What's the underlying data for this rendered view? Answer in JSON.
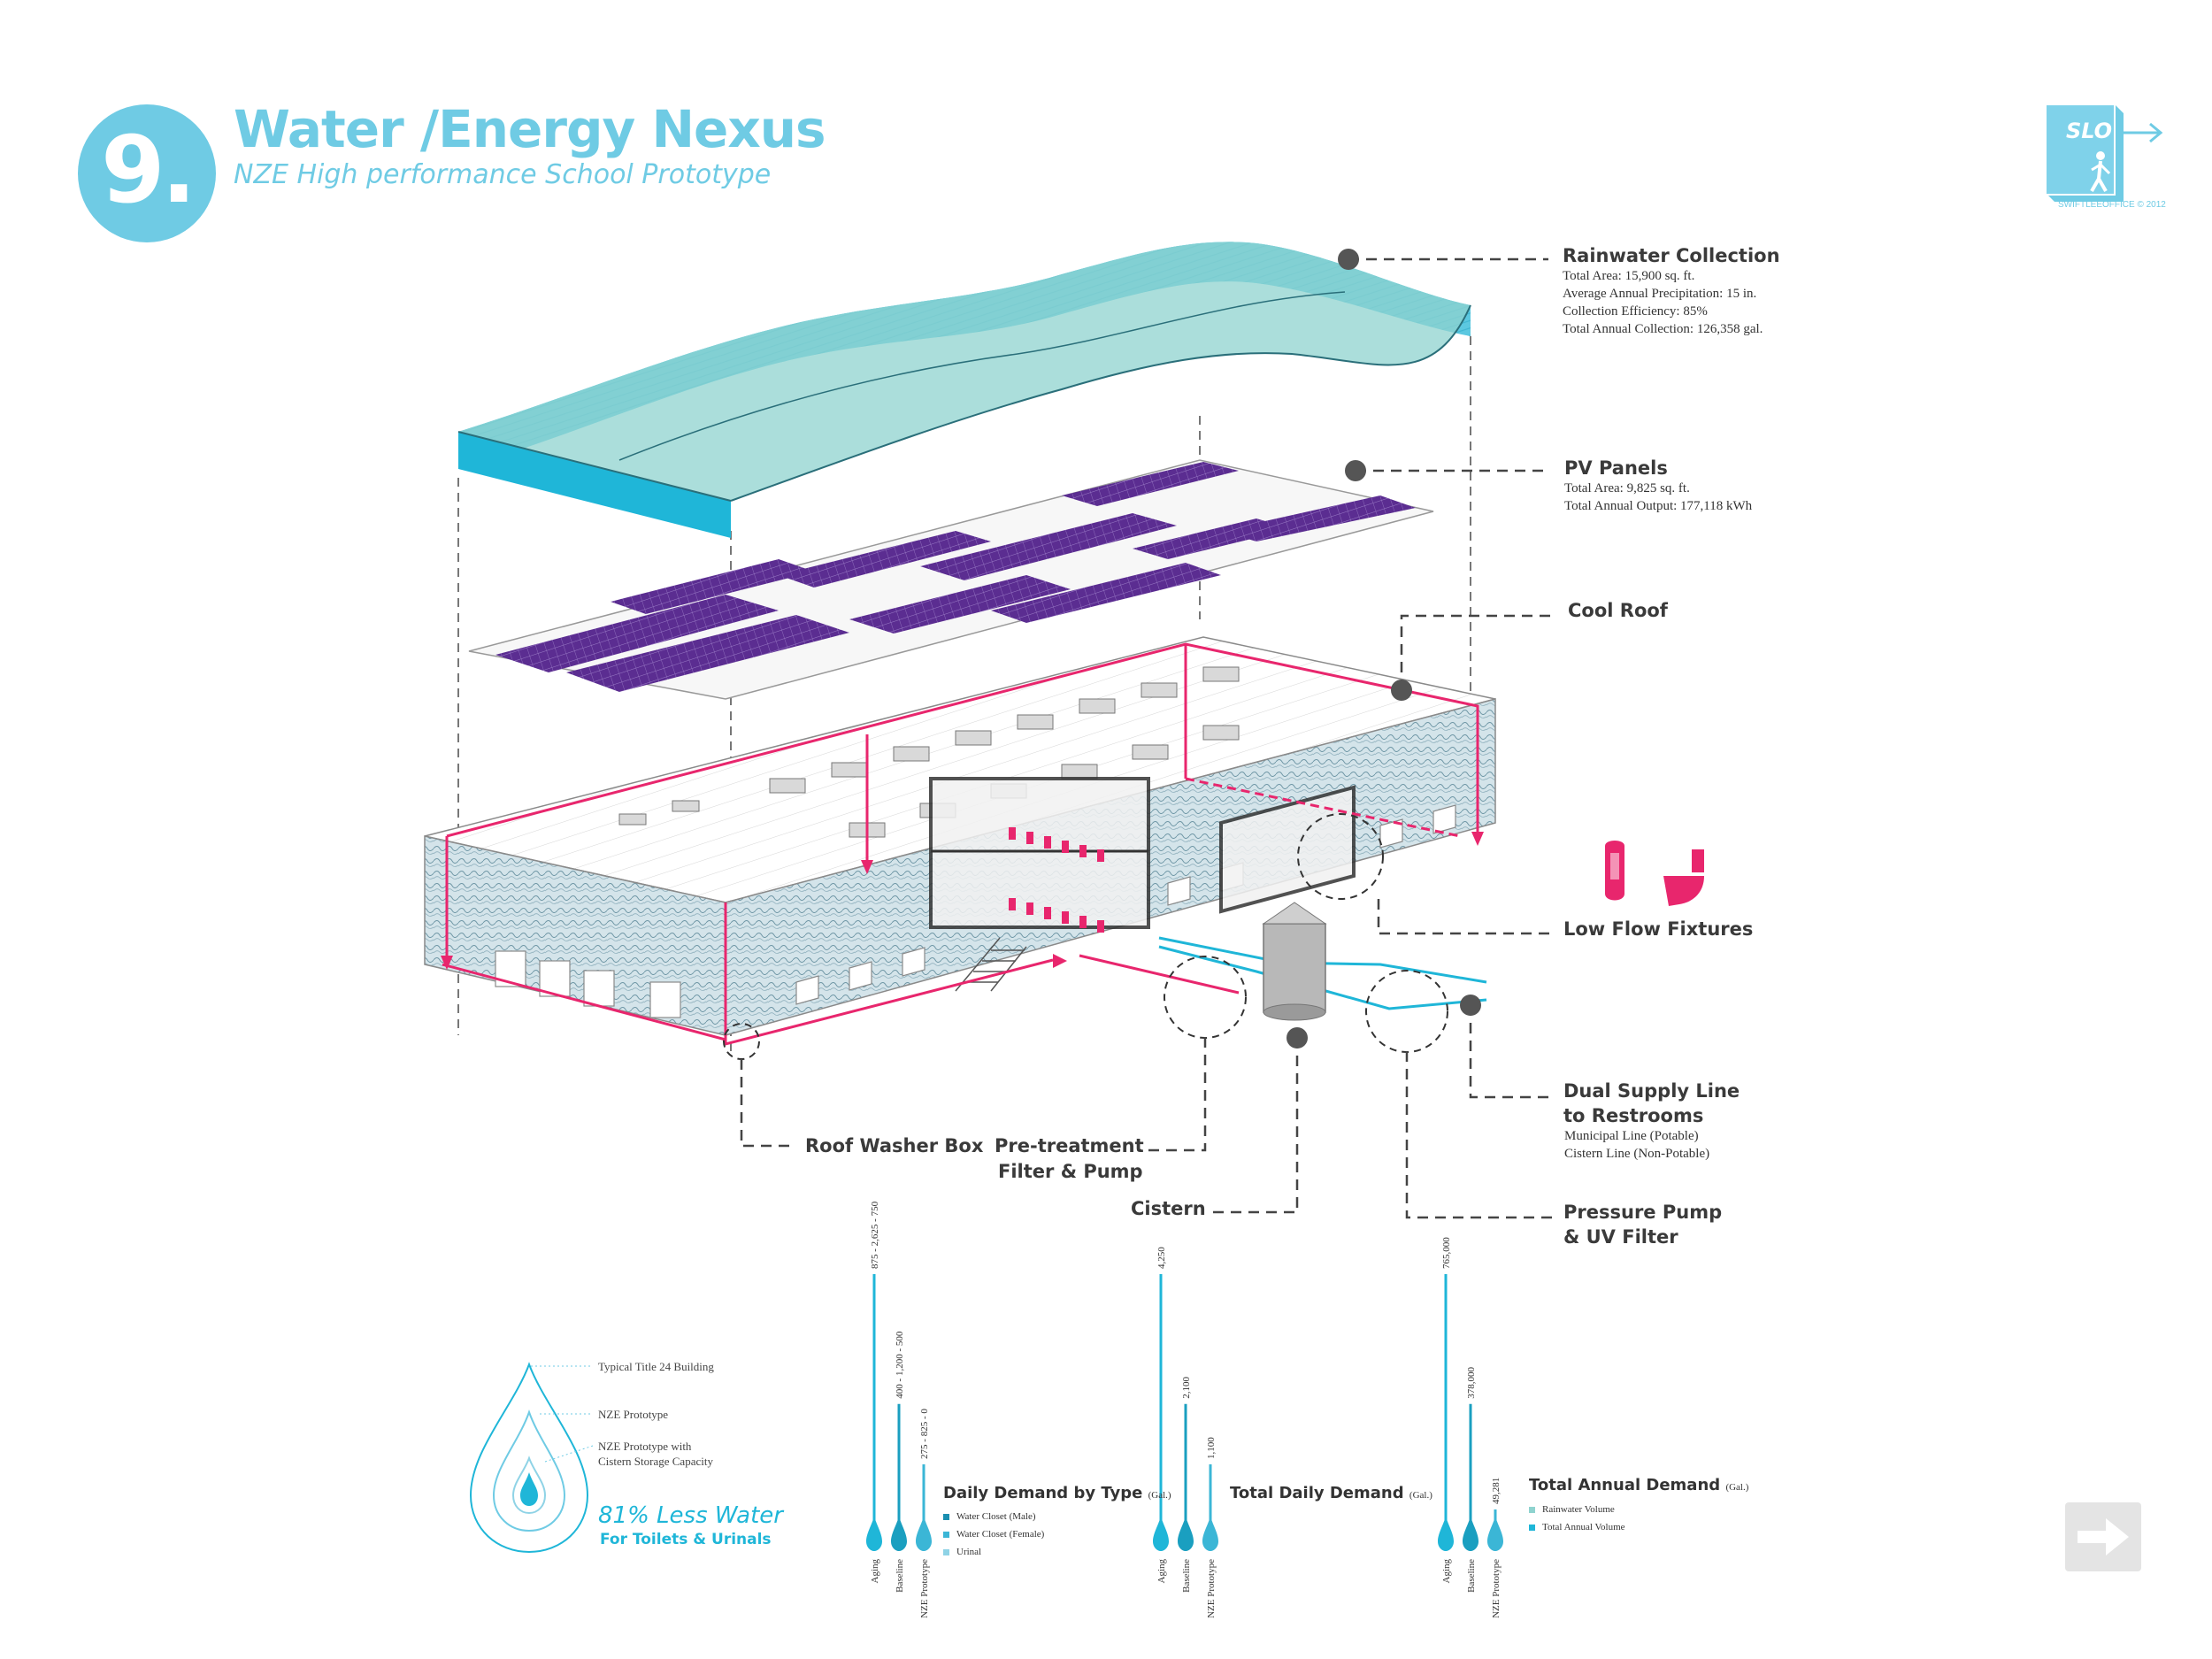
{
  "header": {
    "number": "9.",
    "title": "Water /Energy Nexus",
    "subtitle": "NZE High performance School Prototype"
  },
  "logo": {
    "label": "SLO",
    "caption": "SWIFTLEEOFFICE © 2012"
  },
  "colors": {
    "accent": "#6fcbe4",
    "water": "#1fb6d8",
    "pipe": "#e8266d",
    "pv": "#5b2d91",
    "roof_water": "#8fd3cf"
  },
  "callouts": {
    "rainwater": {
      "title": "Rainwater Collection",
      "details": [
        "Total Area: 15,900 sq. ft.",
        "Average Annual Precipitation: 15 in.",
        "Collection Efficiency: 85%",
        "Total Annual Collection: 126,358 gal."
      ]
    },
    "pv": {
      "title": "PV Panels",
      "details": [
        "Total Area: 9,825 sq. ft.",
        "Total Annual Output: 177,118 kWh"
      ]
    },
    "cool_roof": {
      "title": "Cool Roof"
    },
    "fixtures": {
      "title": "Low Flow Fixtures"
    },
    "dual_supply": {
      "title_line1": "Dual Supply Line",
      "title_line2": "to Restrooms",
      "details": [
        "Municipal Line (Potable)",
        "Cistern Line (Non-Potable)"
      ]
    },
    "roof_washer": {
      "title": "Roof Washer Box"
    },
    "pretreatment": {
      "title_line1": "Pre-treatment",
      "title_line2": "Filter & Pump"
    },
    "cistern": {
      "title": "Cistern"
    },
    "pressure_pump": {
      "title_line1": "Pressure Pump",
      "title_line2": "& UV Filter"
    }
  },
  "water_drop": {
    "labels": [
      "Typical Title 24 Building",
      "NZE Prototype",
      "NZE Prototype with",
      "Cistern Storage Capacity"
    ],
    "savings": "81% Less Water",
    "savings_desc": "For Toilets & Urinals"
  },
  "chart_data": [
    {
      "type": "bar",
      "title": "Daily Demand by Type",
      "unit": "(Gal.)",
      "categories": [
        "Aging",
        "Baseline",
        "NZE Prototype"
      ],
      "value_labels": [
        "875 - 2,625 - 750",
        "400 - 1,200 - 500",
        "275 - 825 - 0"
      ],
      "series": [
        {
          "name": "Water Closet (Male)",
          "values": [
            875,
            400,
            275
          ]
        },
        {
          "name": "Water Closet (Female)",
          "values": [
            2625,
            1200,
            825
          ]
        },
        {
          "name": "Urinal",
          "values": [
            750,
            500,
            0
          ]
        }
      ],
      "legend_colors": [
        "#1a8fb0",
        "#3bb6d6",
        "#8fd3e6"
      ]
    },
    {
      "type": "bar",
      "title": "Total Daily Demand",
      "unit": "(Gal.)",
      "categories": [
        "Aging",
        "Baseline",
        "NZE Prototype"
      ],
      "value_labels": [
        "4,250",
        "2,100",
        "1,100"
      ],
      "values": [
        4250,
        2100,
        1100
      ]
    },
    {
      "type": "bar",
      "title": "Total Annual Demand",
      "unit": "(Gal.)",
      "categories": [
        "Aging",
        "Baseline",
        "NZE Prototype"
      ],
      "value_labels": [
        "765,000",
        "378,000",
        "49,281"
      ],
      "series": [
        {
          "name": "Rainwater Volume",
          "values": [
            0,
            0,
            0
          ]
        },
        {
          "name": "Total Annual Volume",
          "values": [
            765000,
            378000,
            49281
          ]
        }
      ],
      "legend_colors": [
        "#8fd3cf",
        "#1fb6d8"
      ]
    }
  ],
  "nav": {
    "next_icon": "arrow-right-icon"
  }
}
